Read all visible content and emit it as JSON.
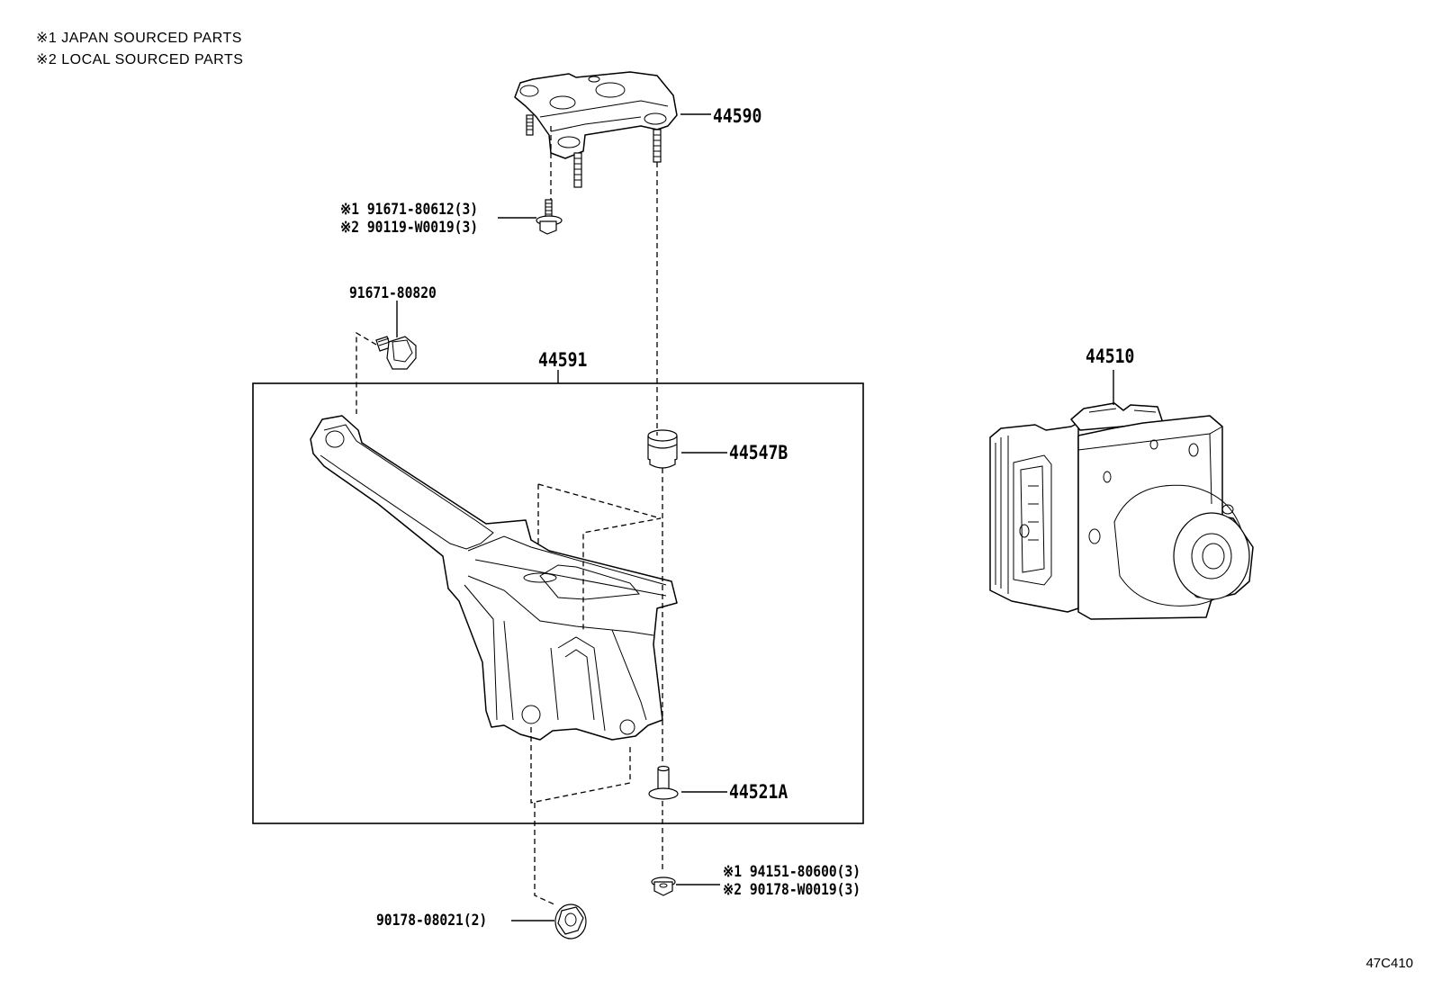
{
  "legend": {
    "note1": "※1 JAPAN SOURCED PARTS",
    "note2": "※2 LOCAL SOURCED PARTS"
  },
  "drawing_code": "47C410",
  "labels": {
    "bracket_upper": "44590",
    "bolt_upper_1": "※1 91671-80612(3)",
    "bolt_upper_2": "※2 90119-W0019(3)",
    "bolt_side": "91671-80820",
    "bracket_assy": "44591",
    "cushion": "44547B",
    "collar": "44521A",
    "nut_lower_1": "※1 94151-80600(3)",
    "nut_lower_2": "※2 90178-W0019(3)",
    "nut_bottom": "90178-08021(2)",
    "actuator": "44510"
  }
}
